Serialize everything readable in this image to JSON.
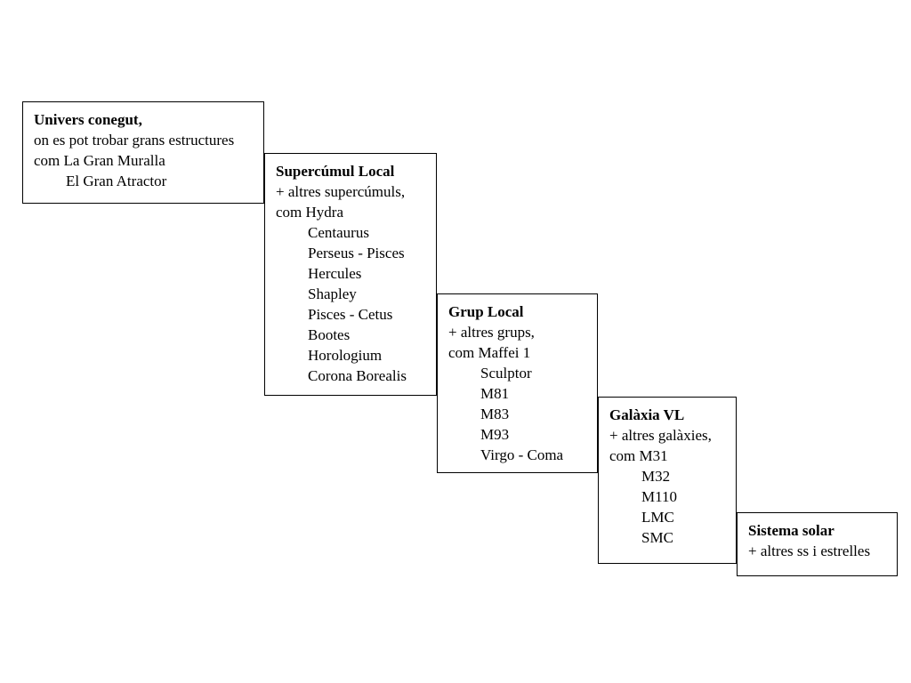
{
  "diagram": {
    "boxes": [
      {
        "title": "Univers conegut,",
        "lines": [
          "on es pot trobar grans estructures",
          "com La Gran Muralla"
        ],
        "examples": [
          "El Gran Atractor"
        ]
      },
      {
        "title": "Supercúmul Local",
        "lines": [
          "+ altres supercúmuls,",
          "com Hydra"
        ],
        "examples": [
          "Centaurus",
          "Perseus - Pisces",
          "Hercules",
          "Shapley",
          "Pisces - Cetus",
          "Bootes",
          "Horologium",
          "Corona Borealis"
        ]
      },
      {
        "title": "Grup Local",
        "lines": [
          "+ altres grups,",
          "com Maffei 1"
        ],
        "examples": [
          "Sculptor",
          "M81",
          "M83",
          "M93",
          "Virgo - Coma"
        ]
      },
      {
        "title": "Galàxia VL",
        "lines": [
          "+ altres galàxies,",
          "com M31"
        ],
        "examples": [
          "M32",
          "M110",
          "LMC",
          "SMC"
        ]
      },
      {
        "title": "Sistema solar",
        "lines": [
          "+ altres ss i estrelles"
        ],
        "examples": []
      }
    ]
  }
}
